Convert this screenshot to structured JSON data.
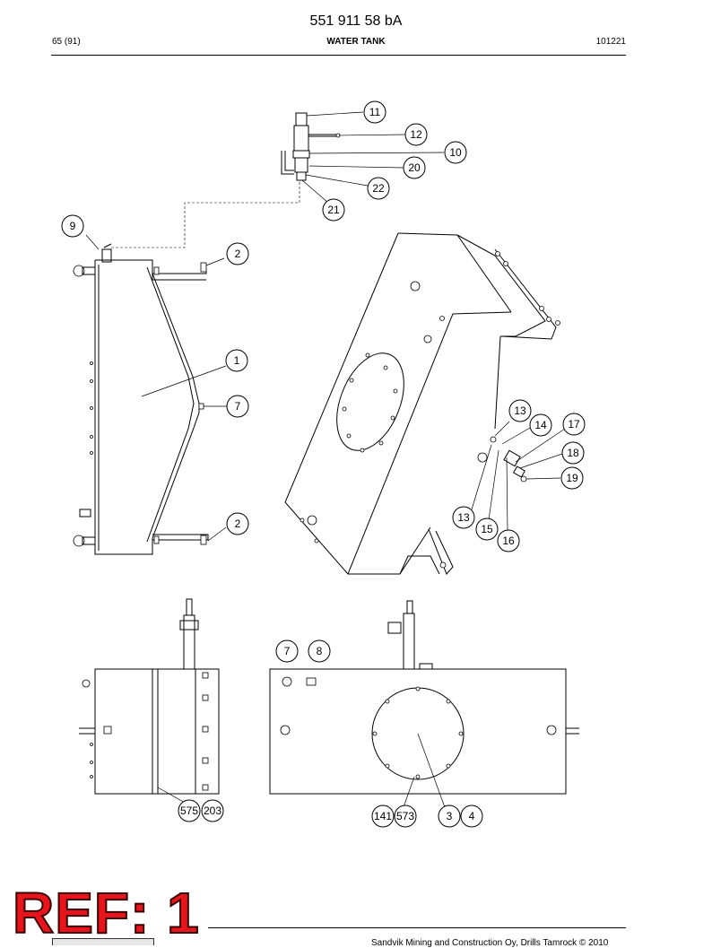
{
  "header": {
    "doc_number": "551 911 58 bA",
    "page_ref": "65 (91)",
    "section_title": "WATER TANK",
    "date_code": "101221"
  },
  "footer": {
    "copyright": "Sandvik Mining and Construction Oy, Drills Tamrock © 2010"
  },
  "ref_label": "REF: 1",
  "callouts": {
    "c1": "1",
    "c2a": "2",
    "c2b": "2",
    "c3": "3",
    "c4": "4",
    "c7a": "7",
    "c7b": "7",
    "c8": "8",
    "c9": "9",
    "c10": "10",
    "c11": "11",
    "c12": "12",
    "c13a": "13",
    "c13b": "13",
    "c14": "14",
    "c15": "15",
    "c16": "16",
    "c17": "17",
    "c18": "18",
    "c19": "19",
    "c20": "20",
    "c21": "21",
    "c22": "22",
    "c141": "141",
    "c573": "573",
    "c575": "575",
    "c203": "203"
  }
}
